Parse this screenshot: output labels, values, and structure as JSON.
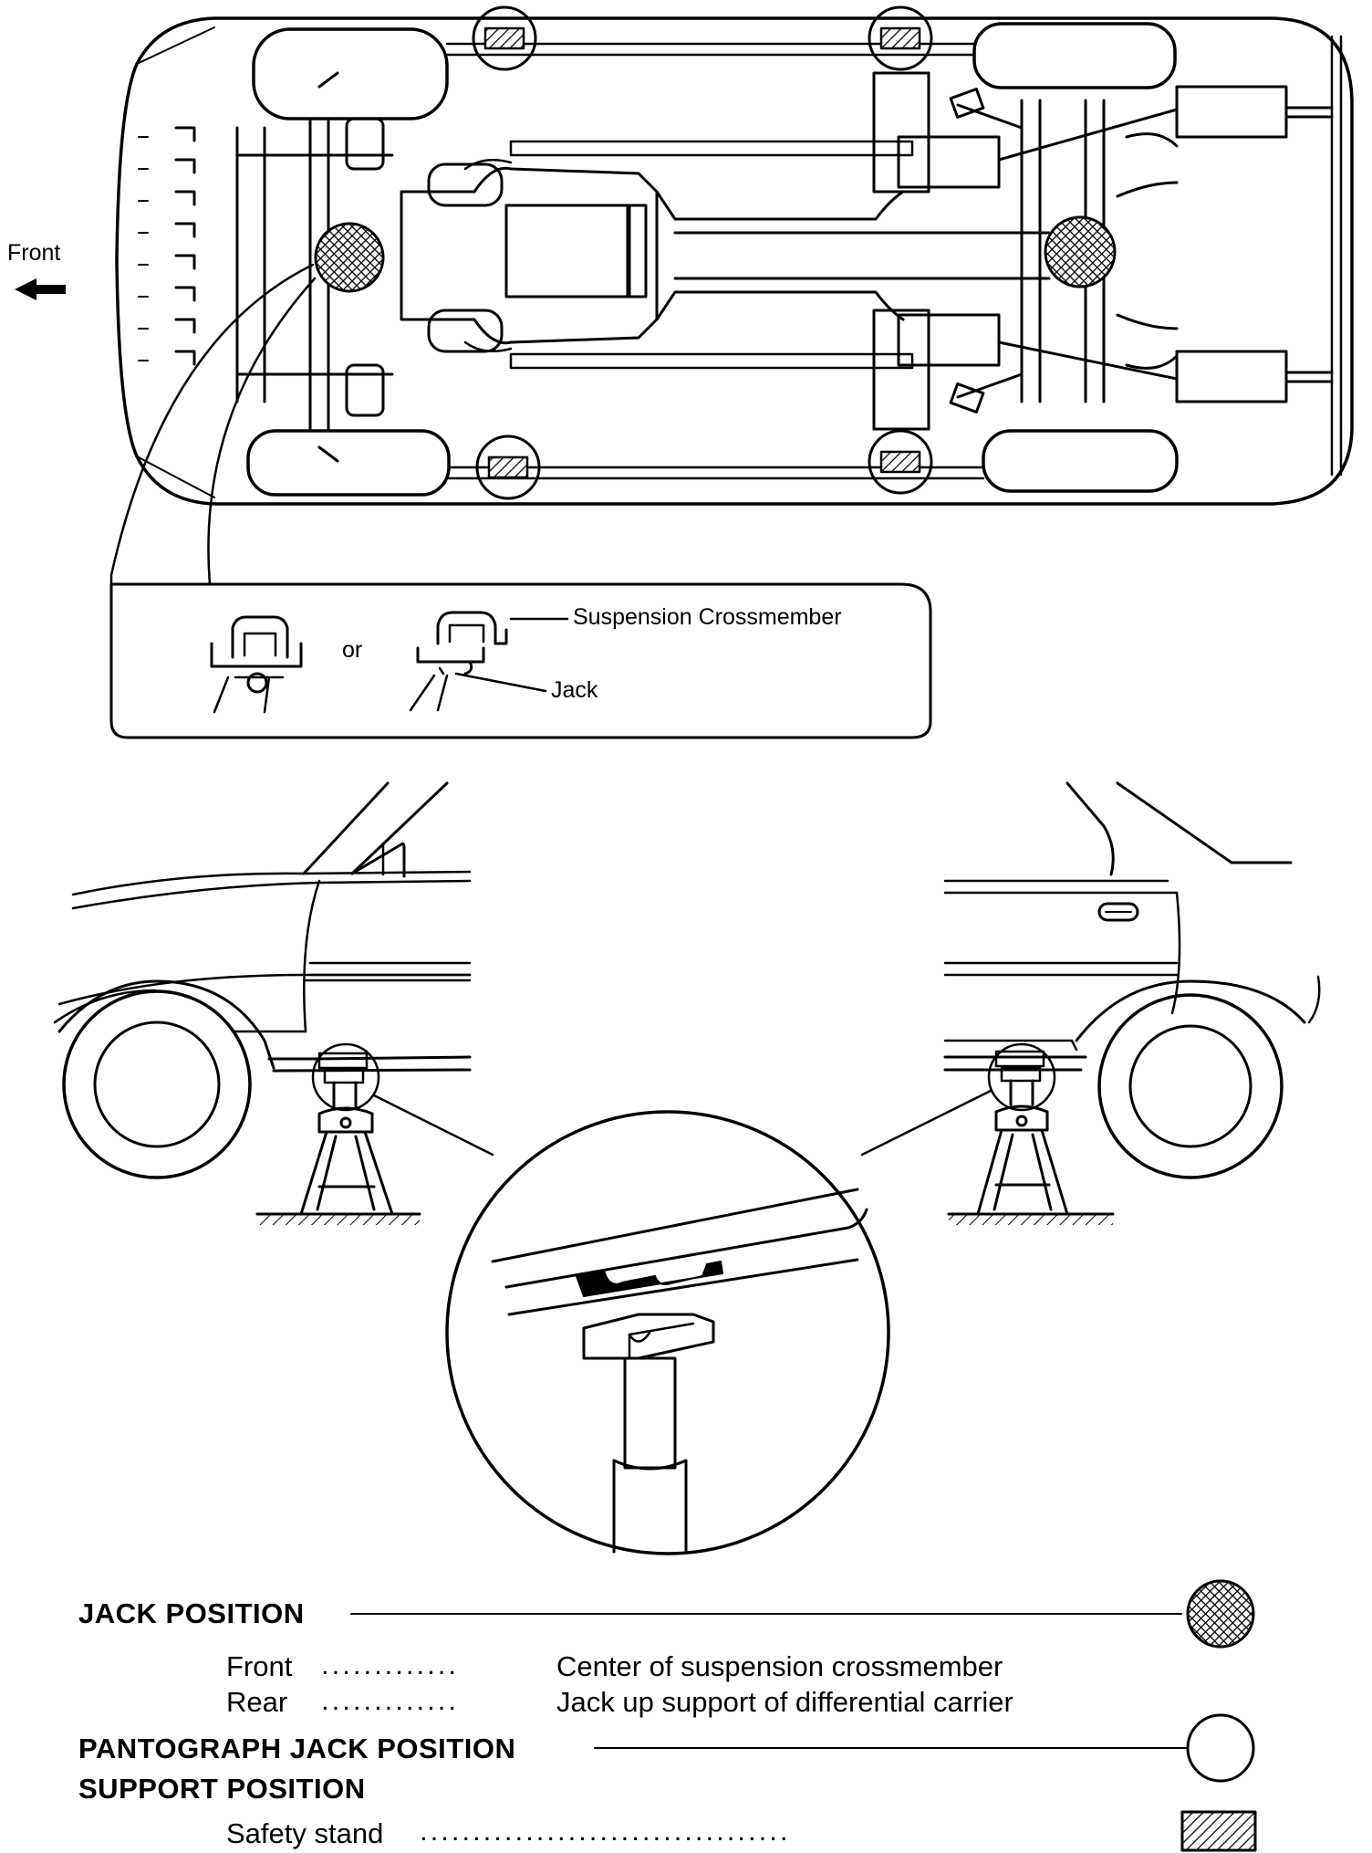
{
  "top_view": {
    "front_label": "Front",
    "callout": {
      "or_label": "or",
      "suspension_label": "Suspension Crossmember",
      "jack_label": "Jack"
    }
  },
  "legend": {
    "jack_position": {
      "title": "JACK POSITION",
      "rows": [
        {
          "key": "Front",
          "dots": ".............",
          "value": "Center of suspension crossmember"
        },
        {
          "key": "Rear",
          "dots": ".............",
          "value": "Jack up support of differential carrier"
        }
      ]
    },
    "pantograph": {
      "title": "PANTOGRAPH JACK POSITION"
    },
    "support": {
      "title": "SUPPORT POSITION",
      "safety_stand": "Safety stand",
      "dots": "..................................."
    }
  },
  "symbols": {
    "jack_point": "crosshatch-circle-icon",
    "pantograph_point": "open-circle-icon",
    "safety_stand": "hatched-rectangle-icon"
  }
}
